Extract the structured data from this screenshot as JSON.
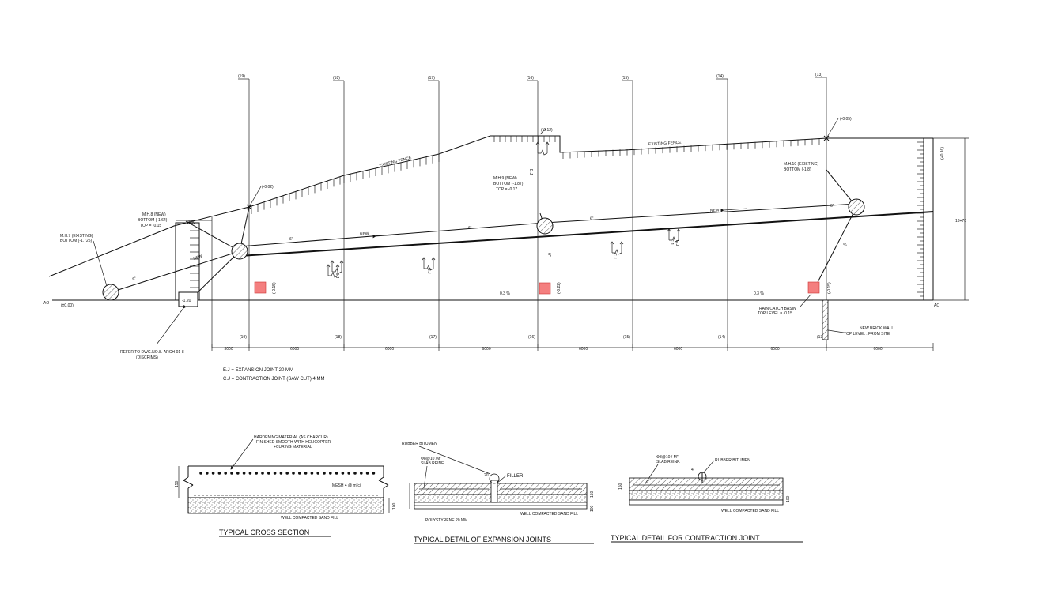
{
  "grid": [
    {
      "label": "(19)",
      "bottom_label": "(19)"
    },
    {
      "label": "(18)",
      "bottom_label": "(18)"
    },
    {
      "label": "(17)",
      "bottom_label": "(17)"
    },
    {
      "label": "(16)",
      "bottom_label": "(16)"
    },
    {
      "label": "(15)",
      "bottom_label": "(15)"
    },
    {
      "label": "(14)",
      "bottom_label": "(14)"
    },
    {
      "label": "(13)",
      "bottom_label": "(13)"
    }
  ],
  "dimensions": [
    "3000",
    "6000",
    "6000",
    "6000",
    "6000",
    "6000",
    "6000",
    "6000"
  ],
  "top_dim": "3000",
  "height_dim": "13+70",
  "right_level": "(+0.16)",
  "levels": {
    "l1": "(-0.02)",
    "l2": "(-0.12)",
    "l3": "(-0.05)",
    "side1": "(-0.15)",
    "side2": "(-0.22)",
    "side3": "(-0.15)",
    "origin": "(±0.00)",
    "box": "-1.20",
    "ao_left": "AO",
    "ao_right": "AO"
  },
  "manholes": {
    "mh7": [
      "M.H.7 (EXISTING)",
      "BOTTOM (-1.725)"
    ],
    "mh8": [
      "M.H.8 (NEW)",
      "BOTTOM (-1.64)",
      "TOP = -0.15"
    ],
    "mh9": [
      "M.H.9 (NEW)",
      "BOTTOM (-1.87)",
      "TOP = -0.17"
    ],
    "mh10": [
      "M.H.10 (EXISTING)",
      "BOTTOM (-1.8)"
    ]
  },
  "fences": {
    "f1": "EXISTING FENCE",
    "f2": "EXISTING FENCE"
  },
  "pipes": {
    "new1": "NEW",
    "new2": "NEW",
    "new3": "NEW",
    "d1": "6\"",
    "d2": "6\"",
    "d3": "6\"",
    "d4": "6\"",
    "d5": "6\"",
    "d6": "6\"",
    "d7": "6\""
  },
  "joints": {
    "ej1": "E.J",
    "ej2": "E.J",
    "ej3": "E.J",
    "cj1": "C.J",
    "cj2": "C.J",
    "cj3": "C.J"
  },
  "slopes": {
    "s1": "0.3 %",
    "s2": "0.3 %"
  },
  "notes": {
    "ref": [
      "REFER TO DWG.NO.8.-ARCH-01-8",
      "(DISCRIMS)"
    ],
    "rain": [
      "RAIN CATCH BASIN",
      "TOP LEVEL = -0.15"
    ],
    "brick": [
      "NEW BRICK WALL",
      "TOP LEVEL : FROM SITE"
    ]
  },
  "legend": {
    "ej": "E.J = EXPANSION JOINT 20 MM",
    "cj": "C.J = CONTRACTION JOINT (SAW CUT) 4 MM"
  },
  "details": {
    "cross": {
      "title": "TYPICAL CROSS SECTION",
      "note": [
        "HARDENING MATERIAL (AS CHARCUR)",
        "FINISHED SMOOTH WITH HELICOPTER",
        "+CURING MATERIAL"
      ],
      "mesh": "MESH 4 @ m\"c/",
      "base": "WELL COMPACTED SAND FILL",
      "dim_top": "150",
      "dim_bot": "100"
    },
    "expansion": {
      "title": "TYPICAL DETAIL OF EXPANSION JOINTS",
      "rubber": "RUBBER BITUMEN",
      "reinf": [
        "Φ8@10 /M\"",
        "SLAB REINF."
      ],
      "filler": "FILLER",
      "poly": "POLYSTYRENE 20 MM",
      "base": "WELL COMPACTED SAND FILL",
      "dim_top": "20",
      "dim_right": "150",
      "dim_bot": "100"
    },
    "contraction": {
      "title": "TYPICAL DETAIL FOR CONTRACTION JOINT",
      "reinf": [
        "Φ8@10 / M\"",
        "SLAB REINF."
      ],
      "rubber": "RUBBER BITUMEN",
      "base": "WELL COMPACTED SAND FILL",
      "dim_top": "4",
      "dim_left": "150",
      "dim_right": "100"
    }
  },
  "colors": {
    "line": "#111111",
    "marker": "#f47f7f",
    "background": "#ffffff"
  }
}
